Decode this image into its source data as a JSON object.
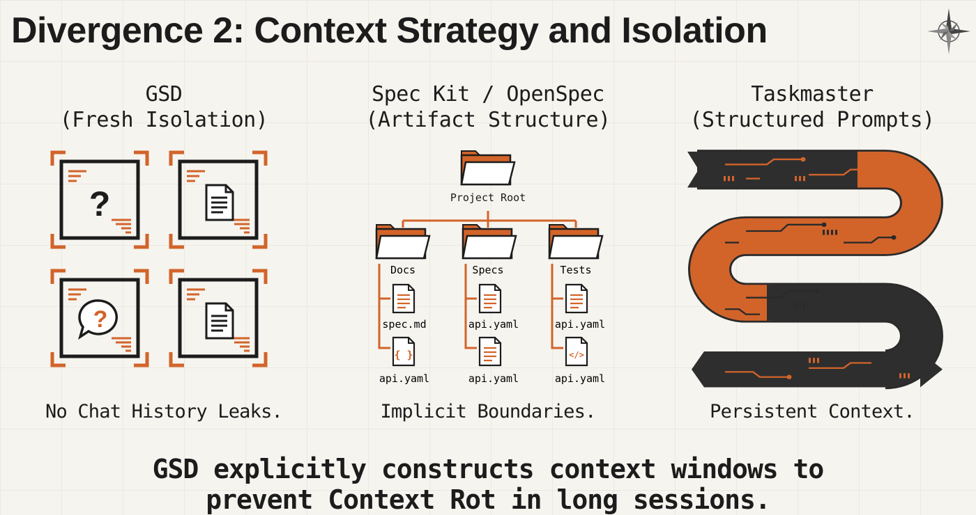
{
  "title": "Divergence 2: Context Strategy and Isolation",
  "icons": {
    "compass": "compass-rose-icon"
  },
  "colors": {
    "accent": "#d2642a",
    "ink": "#1c1c1c",
    "background": "#f6f4ef"
  },
  "columns": [
    {
      "heading_line1": "GSD",
      "heading_line2": "(Fresh Isolation)",
      "caption": "No Chat History Leaks.",
      "panels": [
        "question-mark-icon",
        "document-icon",
        "chat-question-icon",
        "document-icon"
      ]
    },
    {
      "heading_line1": "Spec Kit / OpenSpec",
      "heading_line2": "(Artifact Structure)",
      "caption": "Implicit Boundaries.",
      "tree": {
        "root": "Project Root",
        "folders": [
          {
            "name": "Docs",
            "files": [
              "spec.md",
              "api.yaml"
            ]
          },
          {
            "name": "Specs",
            "files": [
              "api.yaml",
              "api.yaml"
            ]
          },
          {
            "name": "Tests",
            "files": [
              "api.yaml",
              "api.yaml"
            ]
          }
        ]
      }
    },
    {
      "heading_line1": "Taskmaster",
      "heading_line2": "(Structured Prompts)",
      "caption": "Persistent Context."
    }
  ],
  "footer": {
    "line1": "GSD explicitly constructs context windows to",
    "line2": "prevent Context Rot in long sessions."
  }
}
